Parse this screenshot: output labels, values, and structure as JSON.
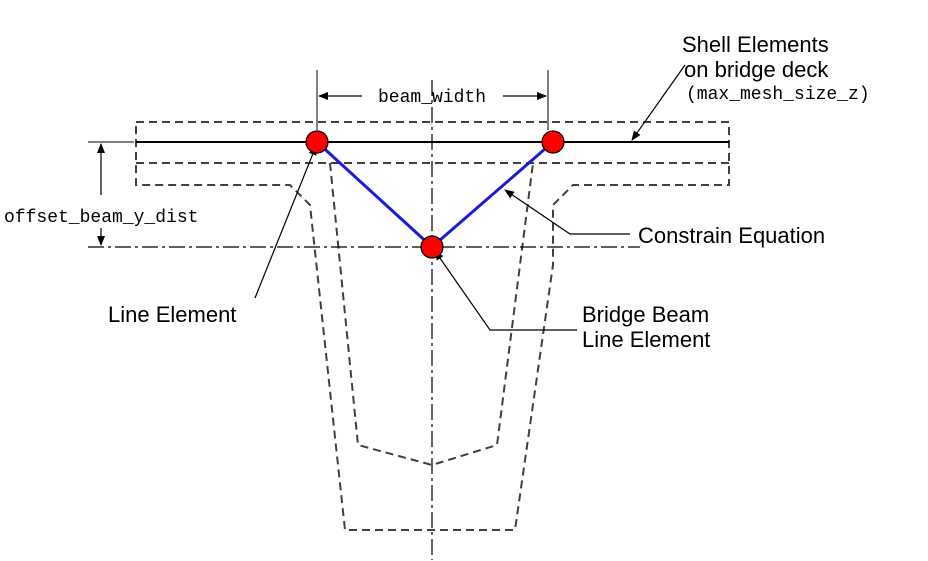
{
  "labels": {
    "shell_elements_line1": "Shell Elements",
    "shell_elements_line2": "on bridge deck",
    "max_mesh_size": "(max_mesh_size_z)",
    "beam_width": "beam_width",
    "offset_beam_y_dist": "offset_beam_y_dist",
    "constrain_equation": "Constrain Equation",
    "line_element": "Line Element",
    "bridge_beam_line1": "Bridge Beam",
    "bridge_beam_line2": "Line Element"
  },
  "colors": {
    "constraint_line": "#1a1adc",
    "node_fill": "#ff0000",
    "outline_dash": "#404040"
  }
}
